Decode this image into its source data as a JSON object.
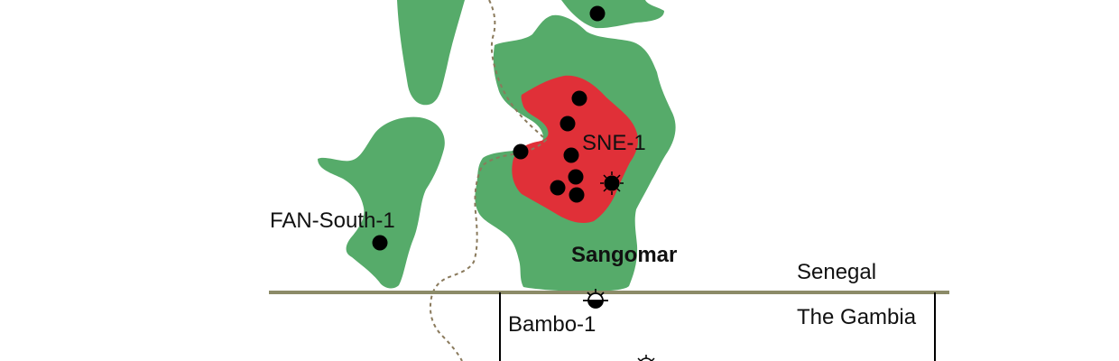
{
  "map": {
    "colors": {
      "background": "#ffffff",
      "field": "#56ab6a",
      "discovery_core": "#e03038",
      "border_line": "#8c8b68",
      "well": "#000000",
      "dashed_line": "#8a7a5c"
    },
    "labels": {
      "sne": "SNE-1",
      "fan_south": "FAN-South-1",
      "sangomar": "Sangomar",
      "senegal": "Senegal",
      "gambia": "The Gambia",
      "bambo": "Bambo-1"
    },
    "well_symbols": {
      "discovery": "filled-circle-well-icon",
      "dry_hole": "dry-hole-well-icon"
    }
  }
}
